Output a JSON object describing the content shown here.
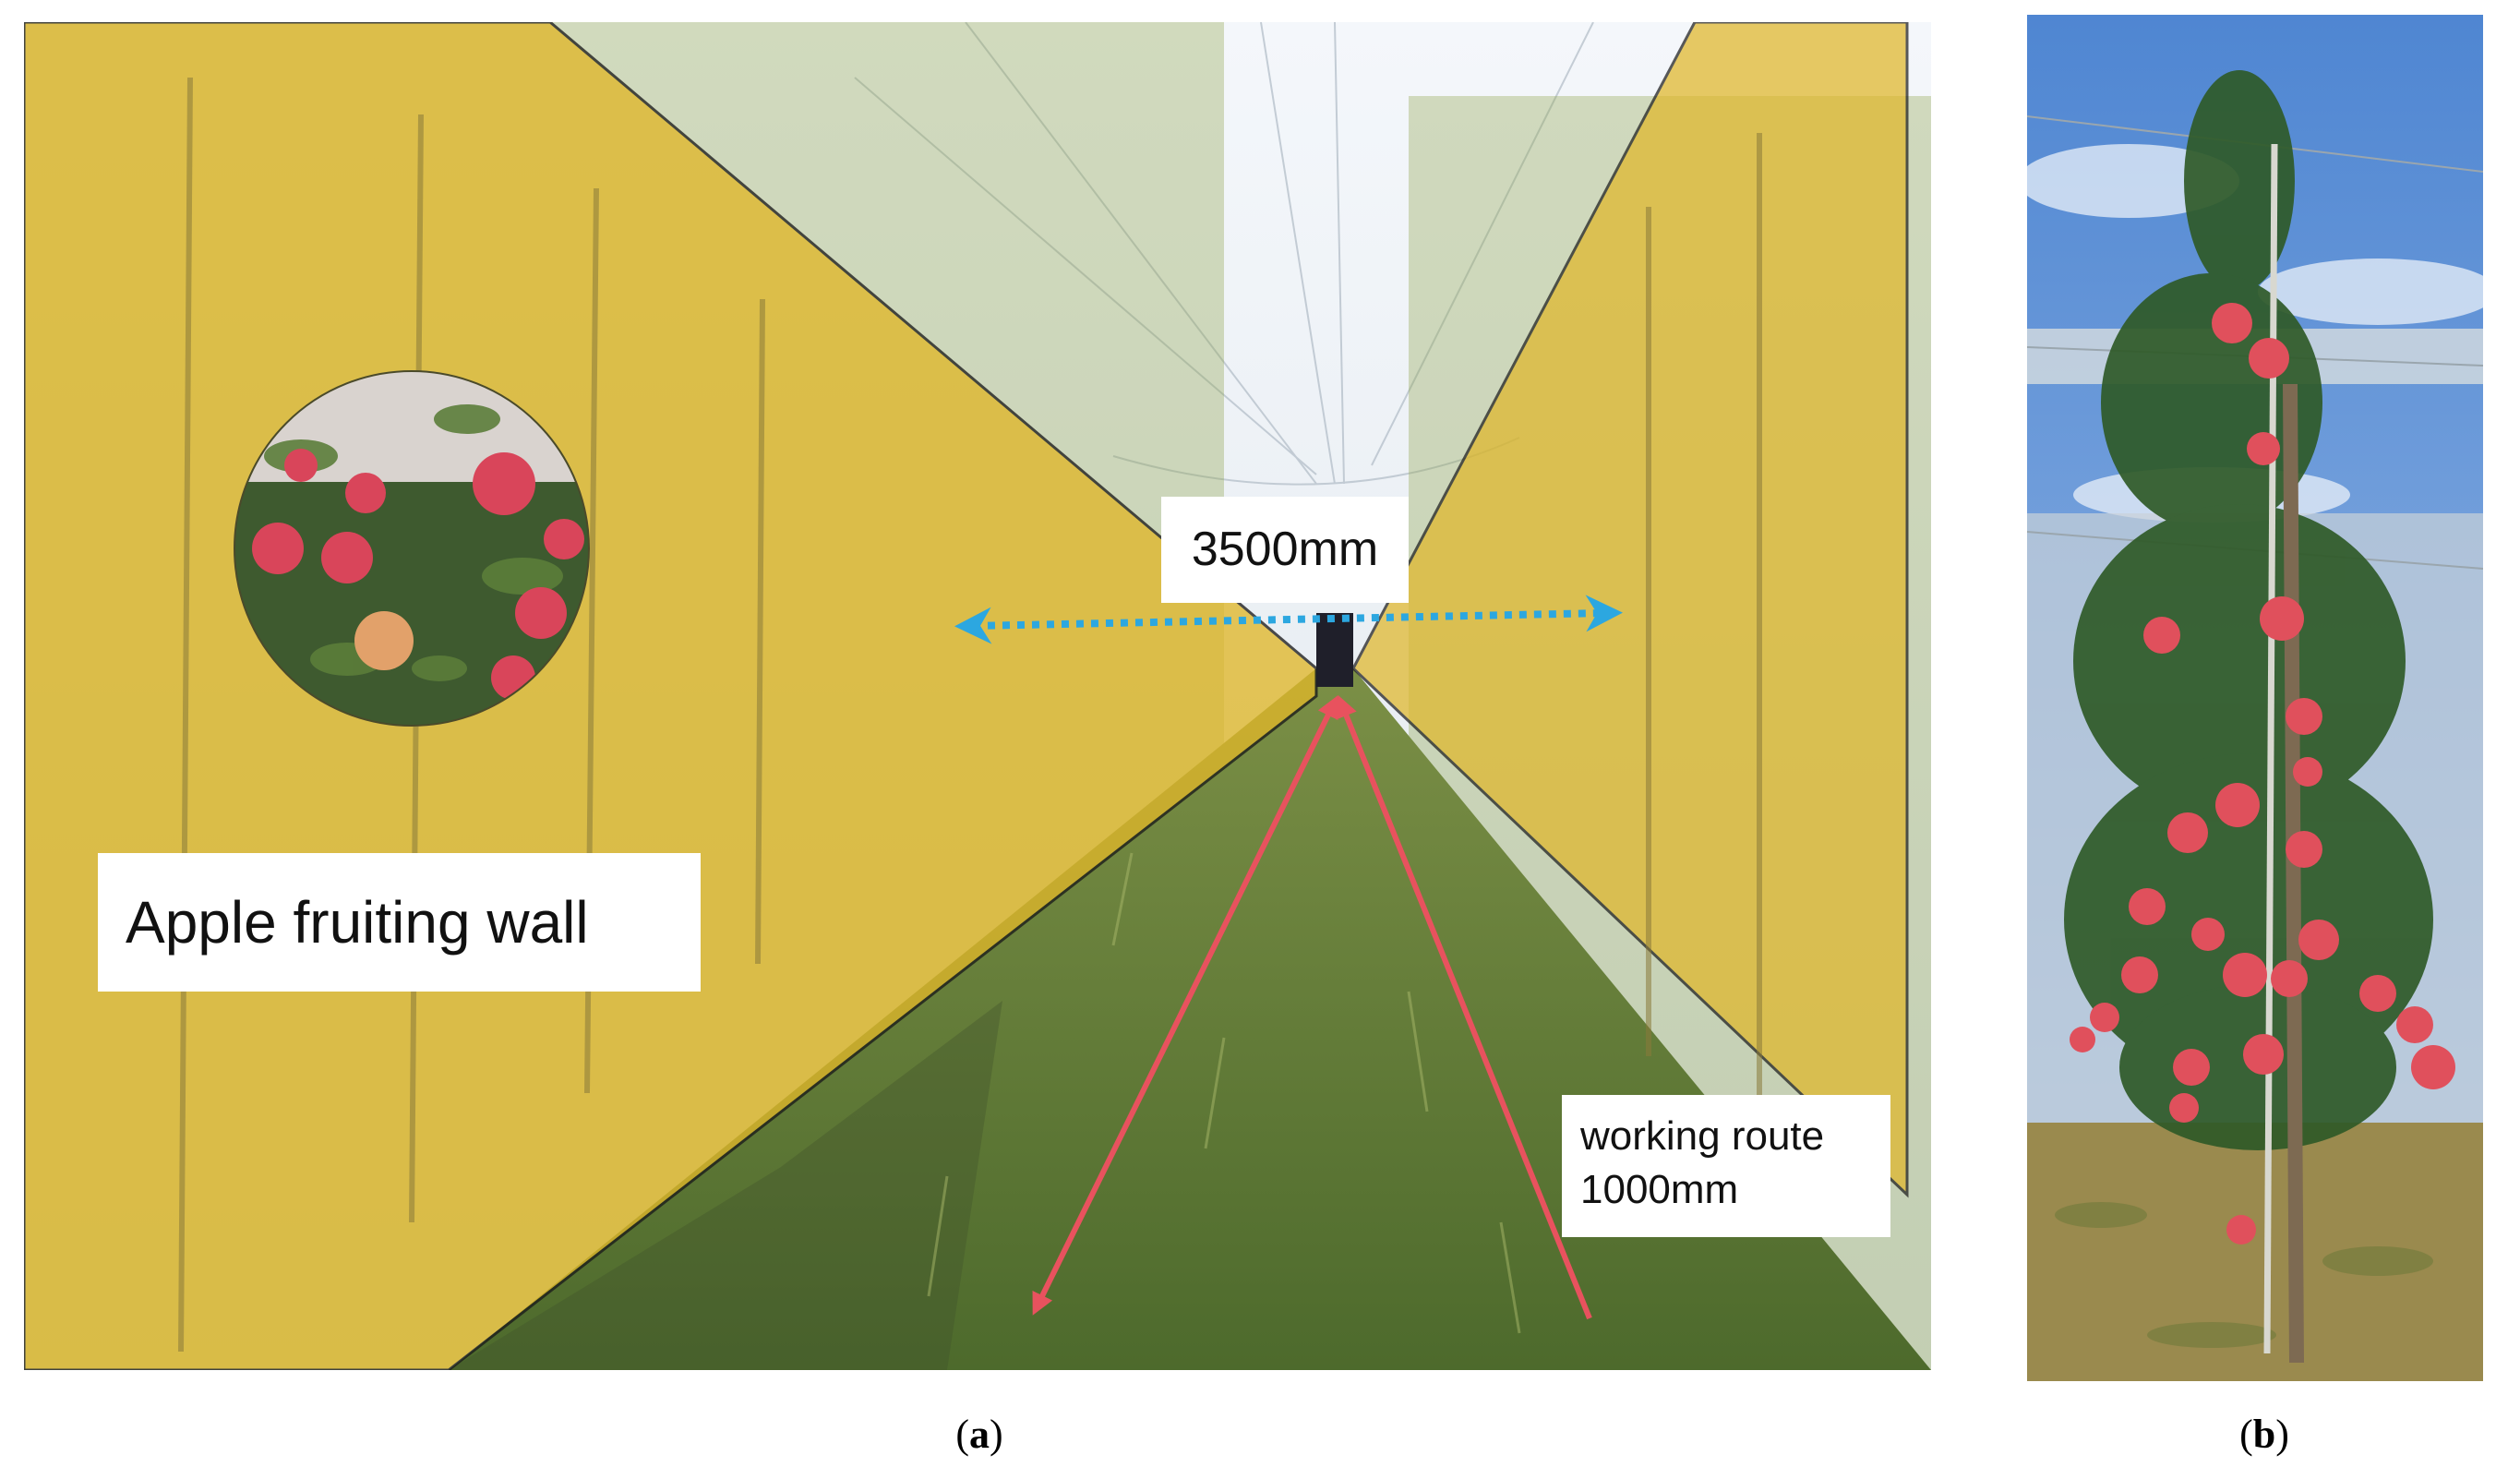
{
  "figure": {
    "panel_a": {
      "caption_letter": "a",
      "labels": {
        "fruiting_wall": "Apple fruiting wall",
        "row_spacing": "3500mm",
        "working_route_line1": "working route",
        "working_route_line2": "1000mm"
      },
      "colors": {
        "wall_overlay": "#e0b72a",
        "spacing_arrow": "#2ca7e0",
        "route_arrows": "#e8525e",
        "sky": "#e8eef4",
        "ground": "#5d7a36",
        "apple": "#d9455a"
      }
    },
    "panel_b": {
      "caption_letter": "b",
      "colors": {
        "sky": "#5f95d8",
        "grass": "#9a8a4e",
        "foliage": "#2f5a28",
        "apple": "#e0505c"
      }
    }
  }
}
